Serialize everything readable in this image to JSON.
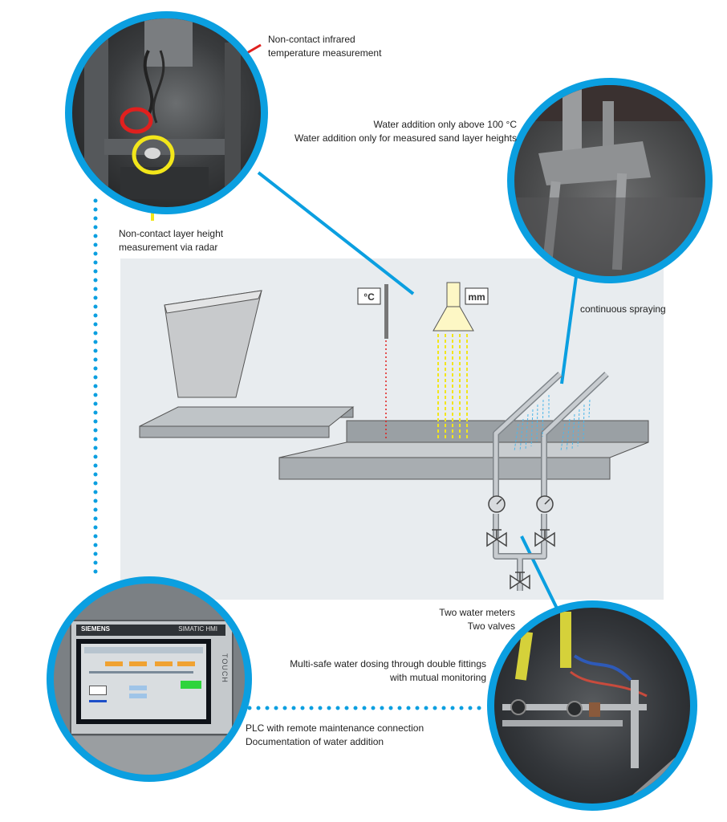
{
  "labels": {
    "infrared_line1": "Non-contact infrared",
    "infrared_line2": "temperature measurement",
    "radar_line1": "Non-contact layer height",
    "radar_line2": "measurement via radar",
    "water_line1": "Water addition only above 100 °C",
    "water_line2": "Water addition only for measured sand layer heights",
    "spraying": "continuous spraying",
    "meters_line1": "Two water meters",
    "meters_line2": "Two valves",
    "dosing_line1": "Multi-safe water dosing through double fittings",
    "dosing_line2": "with mutual monitoring",
    "plc_line1": "PLC with remote maintenance connection",
    "plc_line2": "Documentation of water addition"
  },
  "diagram": {
    "temp_unit": "°C",
    "height_unit": "mm"
  },
  "hmi": {
    "brand": "SIEMENS",
    "model": "SIMATIC HMI",
    "touch": "TOUCH"
  },
  "colors": {
    "accent": "#0b9fe0",
    "infrared_marker": "#e0201e",
    "radar_marker": "#f2e61a",
    "panel_bg": "#e8ecef"
  }
}
